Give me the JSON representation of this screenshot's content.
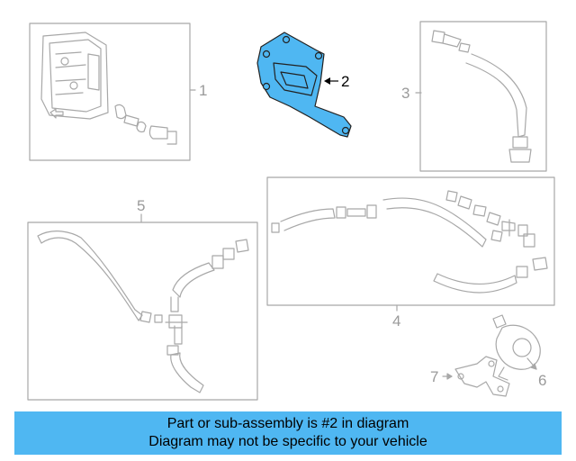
{
  "callouts": {
    "n1": "1",
    "n2": "2",
    "n3": "3",
    "n4": "4",
    "n5": "5",
    "n6": "6",
    "n7": "7"
  },
  "highlighted_part": "2",
  "colors": {
    "highlight": "#4fb7f2",
    "line": "#a8a8a8",
    "banner": "#4fb7f2"
  },
  "banner": {
    "line1": "Part or sub-assembly is #2 in diagram",
    "line2": "Diagram may not be specific to your vehicle"
  }
}
